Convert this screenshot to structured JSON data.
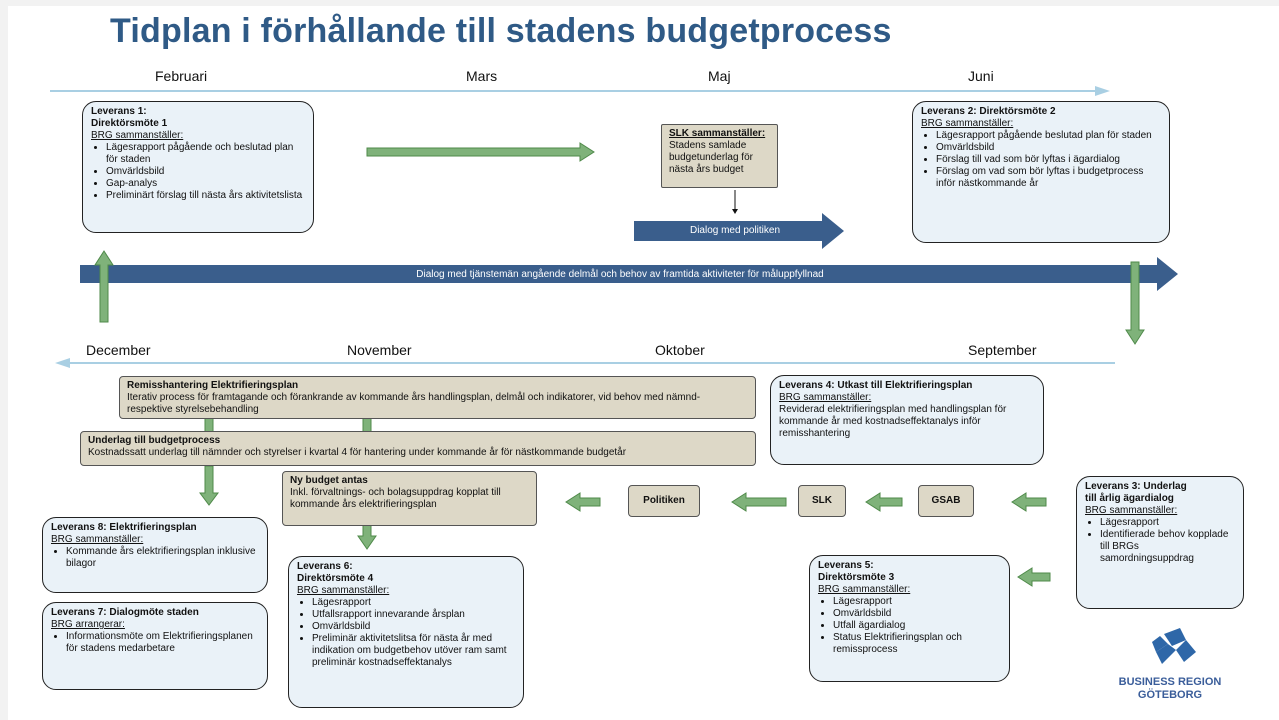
{
  "title": "Tidplan i förhållande till stadens budgetprocess",
  "months_top": [
    "Februari",
    "Mars",
    "Maj",
    "Juni"
  ],
  "months_bottom": [
    "December",
    "November",
    "Oktober",
    "September"
  ],
  "leverans1": {
    "title1": "Leverans 1:",
    "title2": "Direktörsmöte 1",
    "sub": "BRG sammanställer:",
    "items": [
      "Lägesrapport pågående och beslutad plan för staden",
      "Omvärldsbild",
      "Gap-analys",
      "Preliminärt förslag till nästa års aktivitetslista"
    ]
  },
  "slk_box": {
    "title": "SLK sammanställer:",
    "text": "Stadens samlade budgetunderlag för nästa års budget"
  },
  "dialog_politiken": "Dialog med politiken",
  "leverans2": {
    "title": "Leverans 2: Direktörsmöte 2",
    "sub": "BRG sammanställer:",
    "items": [
      "Lägesrapport pågående beslutad plan för staden",
      "Omvärldsbild",
      "Förslag till vad som bör lyftas i ägardialog",
      "Förslag om vad som bör lyftas i budgetprocess inför nästkommande år"
    ]
  },
  "dialog_tjansteman": "Dialog med tjänstemän angående delmål och behov av framtida aktiviteter för måluppfyllnad",
  "remiss": {
    "title": "Remisshantering Elektrifieringsplan",
    "text": "Iterativ process för framtagande och förankrande av kommande års handlingsplan, delmål och indikatorer, vid behov med nämnd- respektive styrelsebehandling"
  },
  "underlag": {
    "title": "Underlag till budgetprocess",
    "text": "Kostnadssatt underlag till nämnder och styrelser i kvartal 4 för hantering under kommande år för nästkommande budgetår"
  },
  "leverans4": {
    "title": "Leverans 4: Utkast till Elektrifieringsplan",
    "sub": "BRG sammanställer:",
    "text": "Reviderad elektrifieringsplan med handlingsplan för kommande år med kostnadseffektanalys inför remisshantering"
  },
  "ny_budget": {
    "title": "Ny budget antas",
    "text": "Inkl. förvaltnings- och bolagsuppdrag kopplat till kommande års elektrifieringsplan"
  },
  "flow": {
    "politiken": "Politiken",
    "slk": "SLK",
    "gsab": "GSAB"
  },
  "leverans3": {
    "title": "Leverans 3: Underlag till årlig ägardialog",
    "sub": "BRG sammanställer:",
    "items": [
      "Lägesrapport",
      "Identifierade behov kopplade till BRGs samordningsuppdrag"
    ]
  },
  "leverans8": {
    "title": "Leverans 8: Elektrifieringsplan",
    "sub": "BRG sammanställer:",
    "items": [
      "Kommande års elektrifieringsplan inklusive bilagor"
    ]
  },
  "leverans7": {
    "title": "Leverans 7: Dialogmöte staden",
    "sub": "BRG arrangerar:",
    "items": [
      "Informationsmöte om Elektrifieringsplanen för stadens medarbetare"
    ]
  },
  "leverans6": {
    "title1": "Leverans 6:",
    "title2": "Direktörsmöte 4",
    "sub": "BRG sammanställer:",
    "items": [
      "Lägesrapport",
      "Utfallsrapport innevarande årsplan",
      "Omvärldsbild",
      "Preliminär aktivitetslitsa för nästa år med indikation om budgetbehov utöver ram samt preliminär kostnadseffektanalys"
    ]
  },
  "leverans5": {
    "title1": "Leverans 5:",
    "title2": "Direktörsmöte 3",
    "sub": "BRG sammanställer:",
    "items": [
      "Lägesrapport",
      "Omvärldsbild",
      "Utfall ägardialog",
      "Status Elektrifieringsplan och remissprocess"
    ]
  },
  "logo": {
    "line1": "BUSINESS REGION",
    "line2": "GÖTEBORG"
  },
  "colors": {
    "title": "#2f5a86",
    "timeline": "#a9cfe3",
    "dark_arrow": "#3a5e8c",
    "green_arrow": "#7fb27a",
    "box_bg": "#eaf2f8",
    "tan_bg": "#ddd8c7",
    "logo": "#2e67a8"
  }
}
